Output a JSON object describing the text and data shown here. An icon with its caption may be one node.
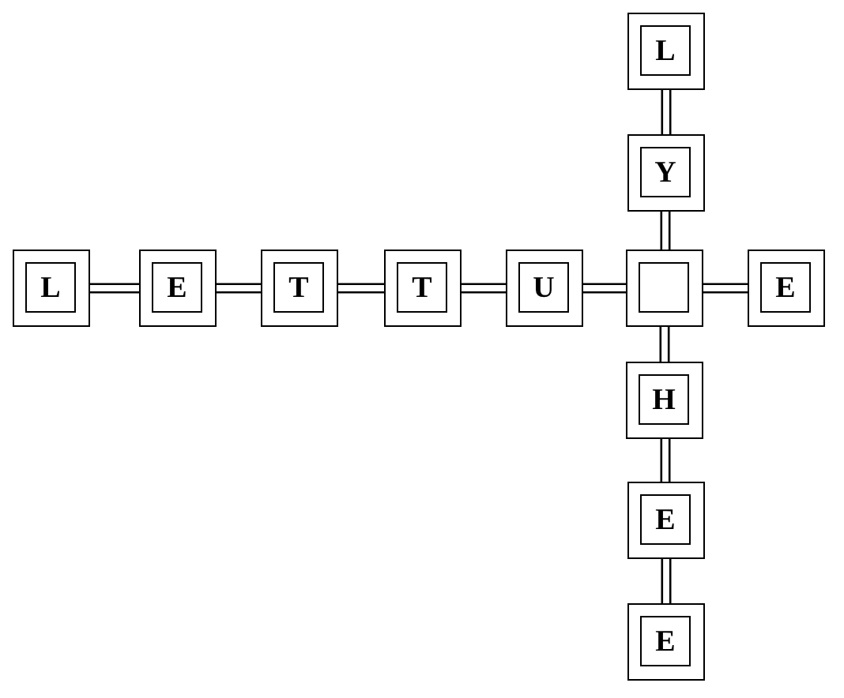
{
  "diagram": {
    "nodes": [
      {
        "text": [
          "L"
        ]
      },
      {
        "text": [
          "Y"
        ]
      },
      {
        "text": [
          "L"
        ]
      },
      {
        "text": [
          "E"
        ]
      },
      {
        "text": [
          "T"
        ]
      },
      {
        "text": [
          "T"
        ]
      },
      {
        "text": [
          "U"
        ]
      },
      {
        "text": [],
        "shape": "box"
      },
      {
        "text": [
          "E"
        ]
      },
      {
        "text": [
          "H"
        ]
      },
      {
        "text": [
          "E"
        ]
      },
      {
        "text": [
          "E"
        ]
      }
    ],
    "edges": [
      {
        "from": 0,
        "to": 1,
        "arrow": "none"
      },
      {
        "from": 1,
        "to": 7,
        "arrow": "none"
      },
      {
        "from": 2,
        "to": 3,
        "arrow": "none"
      },
      {
        "from": 3,
        "to": 4,
        "arrow": "none"
      },
      {
        "from": 4,
        "to": 5,
        "arrow": "none"
      },
      {
        "from": 5,
        "to": 6,
        "arrow": "none"
      },
      {
        "from": 6,
        "to": 7,
        "arrow": "none"
      },
      {
        "from": 7,
        "to": 8,
        "arrow": "none"
      },
      {
        "from": 7,
        "to": 9,
        "arrow": "none"
      },
      {
        "from": 9,
        "to": 10,
        "arrow": "none"
      },
      {
        "from": 10,
        "to": 11,
        "arrow": "none"
      }
    ]
  }
}
